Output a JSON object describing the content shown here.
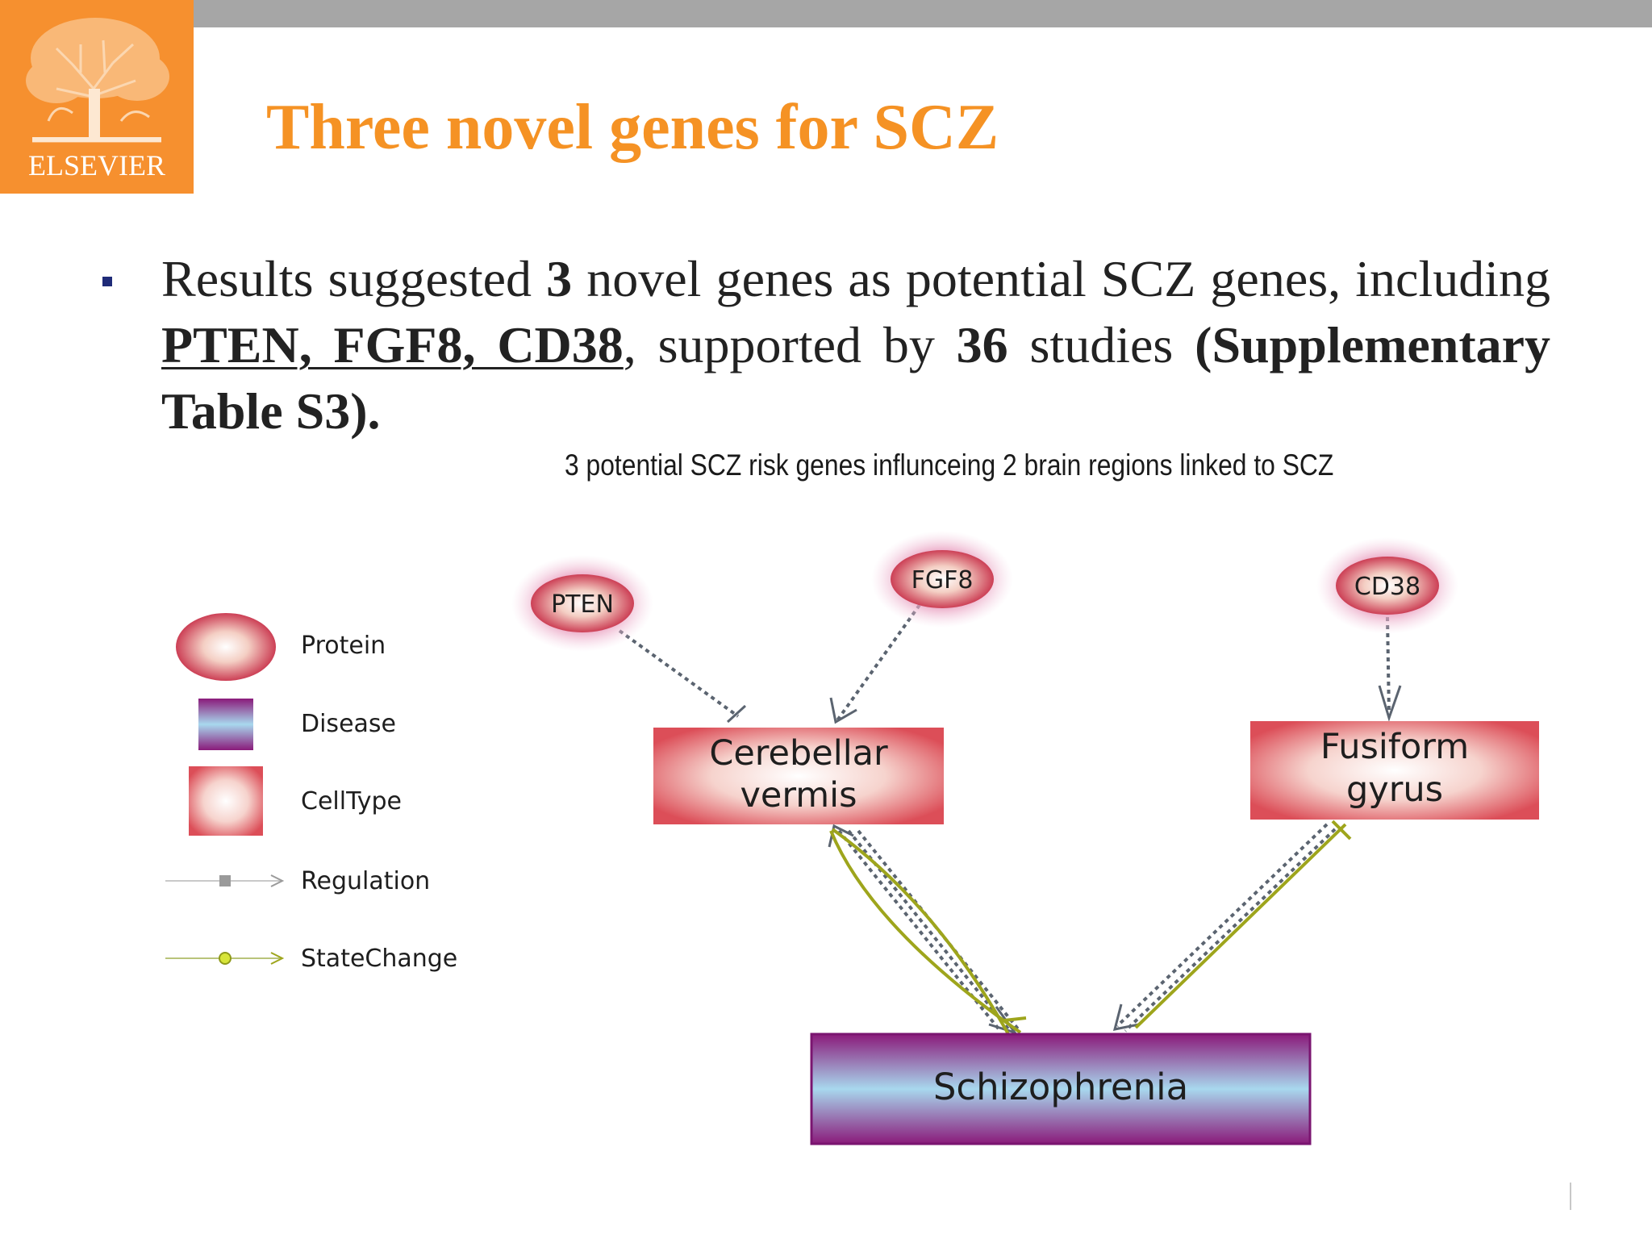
{
  "header": {
    "logo_name": "ELSEVIER",
    "title": "Three novel genes for SCZ",
    "accent_color": "#f59224",
    "logo_bg_color": "#f6902f"
  },
  "bullet": {
    "part1": "Results suggested ",
    "count_genes": "3",
    "part2": " novel genes as potential SCZ genes, including ",
    "genes_list": "PTEN, FGF8, CD38",
    "part3": ", supported by ",
    "count_studies": "36",
    "part4": " studies ",
    "reference": "(Supplementary Table S3)."
  },
  "figure": {
    "caption": "3 potential SCZ risk genes influnceing 2 brain regions linked to SCZ",
    "legend": {
      "protein": "Protein",
      "disease": "Disease",
      "celltype": "CellType",
      "regulation": "Regulation",
      "statechange": "StateChange"
    },
    "proteins": [
      "PTEN",
      "FGF8",
      "CD38"
    ],
    "celltypes": {
      "cerebellar_line1": "Cerebellar",
      "cerebellar_line2": "vermis",
      "fusiform_line1": "Fusiform",
      "fusiform_line2": "gyrus"
    },
    "disease": "Schizophrenia",
    "colors": {
      "protein_edge": "#cc3f55",
      "celltype_edge": "#d94a56",
      "disease_edge": "#8a1a7a",
      "disease_center": "#a8d8ee",
      "regulation_line": "#5b6470",
      "statechange_line": "#9ea51c"
    }
  }
}
